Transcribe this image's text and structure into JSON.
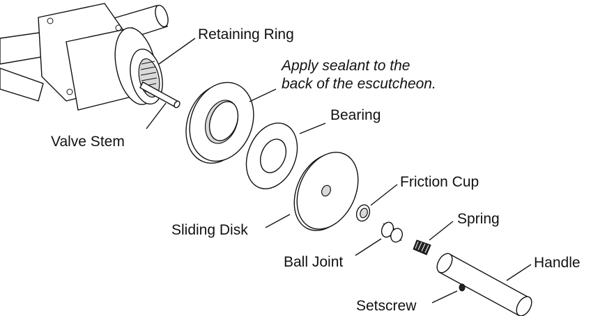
{
  "labels": {
    "retaining_ring": "Retaining Ring",
    "note_line1": "Apply sealant to the",
    "note_line2": "back of the escutcheon.",
    "valve_stem": "Valve Stem",
    "bearing": "Bearing",
    "friction_cup": "Friction Cup",
    "sliding_disk": "Sliding Disk",
    "spring": "Spring",
    "ball_joint": "Ball Joint",
    "handle": "Handle",
    "setscrew": "Setscrew"
  }
}
